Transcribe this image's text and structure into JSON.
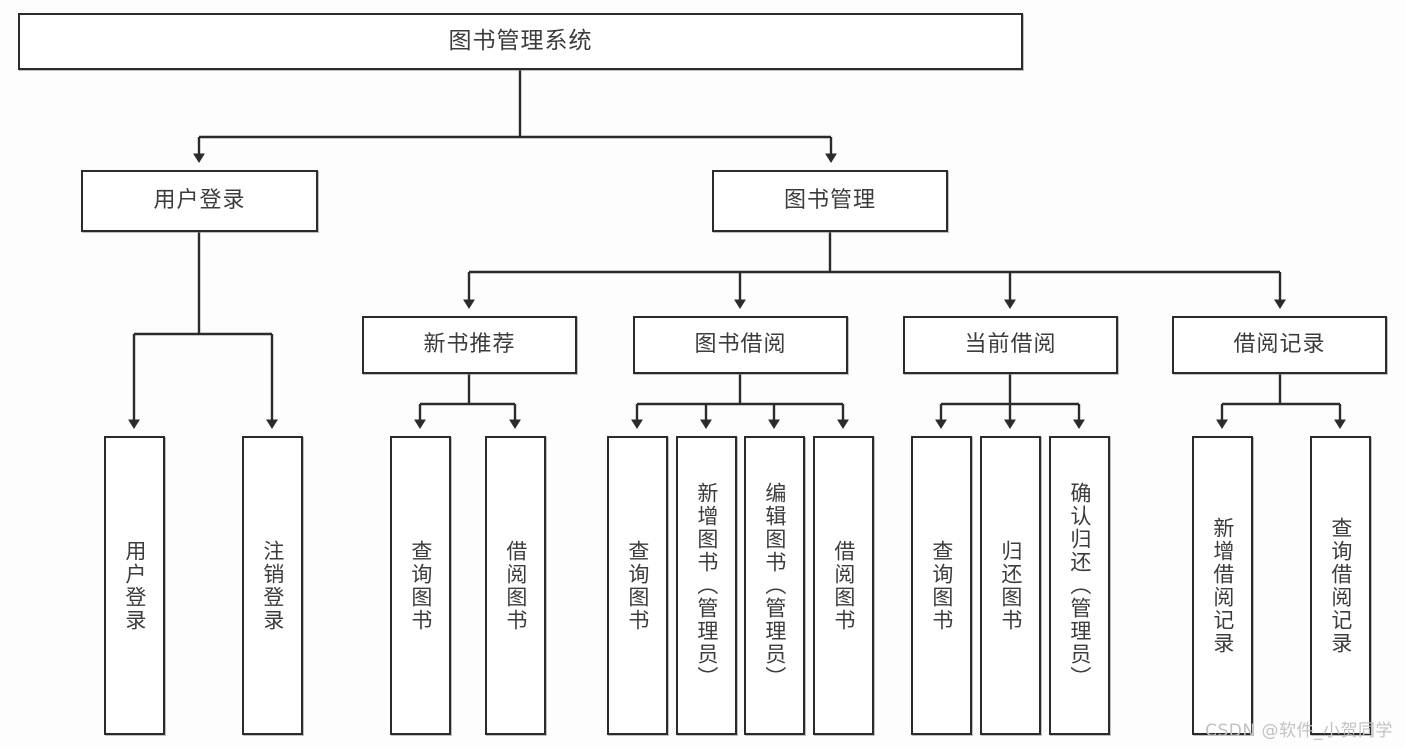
{
  "diagram": {
    "type": "tree-hierarchy",
    "title": "图书管理系统",
    "watermark": "CSDN @软件_小贺同学",
    "colors": {
      "border": "#2b2b2b",
      "text": "#3c3c3c",
      "background": "#fdfdfd",
      "node_fill": "#ffffff",
      "watermark": "#c2c2c2"
    },
    "nodes": {
      "root": {
        "label": "图书管理系统"
      },
      "level1": [
        {
          "id": "user-login",
          "label": "用户登录"
        },
        {
          "id": "book-manage",
          "label": "图书管理"
        }
      ],
      "level2": [
        {
          "id": "new-book-recommend",
          "label": "新书推荐"
        },
        {
          "id": "book-borrow",
          "label": "图书借阅"
        },
        {
          "id": "current-borrow",
          "label": "当前借阅"
        },
        {
          "id": "borrow-record",
          "label": "借阅记录"
        }
      ],
      "leaves": {
        "user-login": [
          {
            "id": "leaf-user-login",
            "label": "用户登录"
          },
          {
            "id": "leaf-logout-login",
            "label": "注销登录"
          }
        ],
        "new-book-recommend": [
          {
            "id": "leaf-query-book-1",
            "label": "查询图书"
          },
          {
            "id": "leaf-borrow-book-1",
            "label": "借阅图书"
          }
        ],
        "book-borrow": [
          {
            "id": "leaf-query-book-2",
            "label": "查询图书"
          },
          {
            "id": "leaf-add-book",
            "label": "新增图书（管理员）"
          },
          {
            "id": "leaf-edit-book",
            "label": "编辑图书（管理员）"
          },
          {
            "id": "leaf-borrow-book-2",
            "label": "借阅图书"
          }
        ],
        "current-borrow": [
          {
            "id": "leaf-query-book-3",
            "label": "查询图书"
          },
          {
            "id": "leaf-return-book",
            "label": "归还图书"
          },
          {
            "id": "leaf-confirm-return",
            "label": "确认归还（管理员）"
          }
        ],
        "borrow-record": [
          {
            "id": "leaf-add-record",
            "label": "新增借阅记录"
          },
          {
            "id": "leaf-query-record",
            "label": "查询借阅记录"
          }
        ]
      }
    }
  }
}
